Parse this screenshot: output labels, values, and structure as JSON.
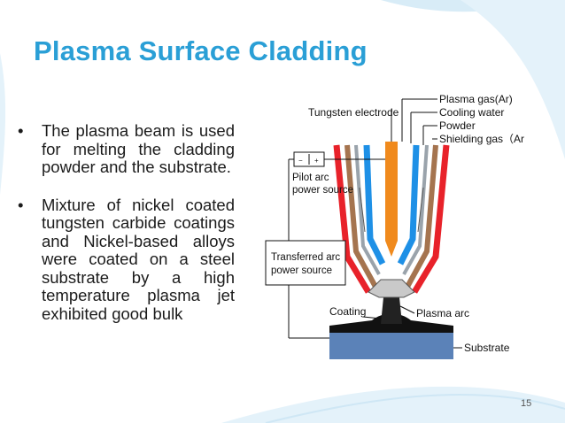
{
  "slide": {
    "title": "Plasma Surface Cladding",
    "page_number": "15",
    "bullets": [
      "The plasma beam is used for melting the cladding powder and the substrate.",
      "Mixture of nickel coated tungsten carbide coatings and Nickel-based alloys were coated on a steel substrate by a high temperature plasma jet exhibited good bulk"
    ],
    "bullet_glyph": "•"
  },
  "diagram": {
    "labels": {
      "tungsten_electrode": "Tungsten electrode",
      "plasma_gas": "Plasma gas(Ar)",
      "cooling_water": "Cooling water",
      "powder": "Powder",
      "shielding_gas": "Shielding gas（Ar）",
      "pilot_arc": "Pilot arc",
      "power_source_1": "power source",
      "transferred_arc": "Transferred arc",
      "power_source_2": "power source",
      "coating": "Coating",
      "plasma_arc": "Plasma arc",
      "substrate": "Substrate",
      "minus": "−",
      "plus": "+"
    },
    "colors": {
      "red": "#e8222a",
      "brown": "#a5744f",
      "blue": "#1e90e6",
      "orange": "#f08a1d",
      "substrate": "#5b82b8",
      "coating": "#111111",
      "title": "#2a9fd6"
    }
  }
}
